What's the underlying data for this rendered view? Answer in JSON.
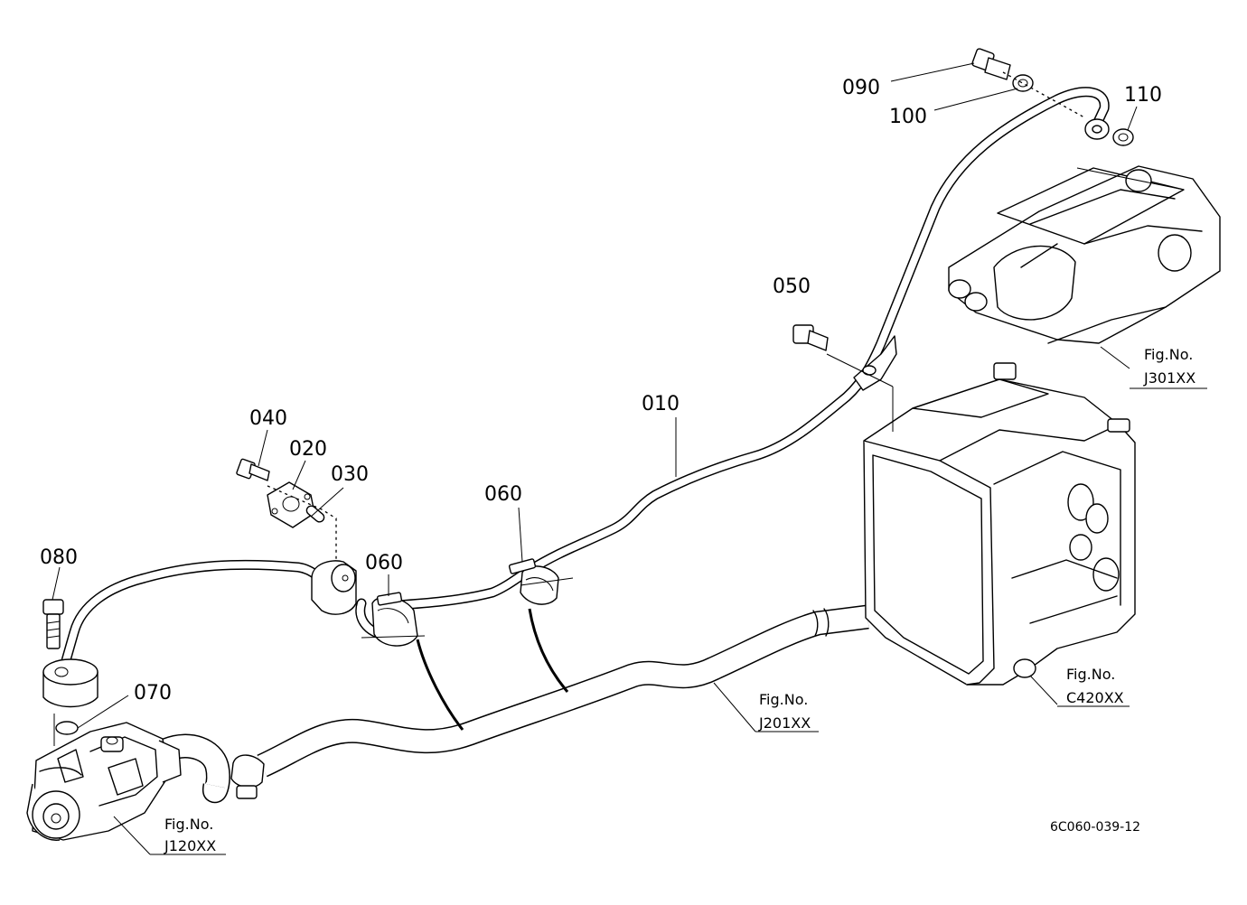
{
  "diagram": {
    "callouts": [
      "010",
      "020",
      "030",
      "040",
      "050",
      "060",
      "060",
      "070",
      "080",
      "090",
      "100",
      "110"
    ],
    "figure_refs": [
      {
        "prefix": "Fig.No.",
        "code": "J301XX"
      },
      {
        "prefix": "Fig.No.",
        "code": "C420XX"
      },
      {
        "prefix": "Fig.No.",
        "code": "J201XX"
      },
      {
        "prefix": "Fig.No.",
        "code": "J120XX"
      }
    ],
    "document_id": "6C060-039-12"
  }
}
